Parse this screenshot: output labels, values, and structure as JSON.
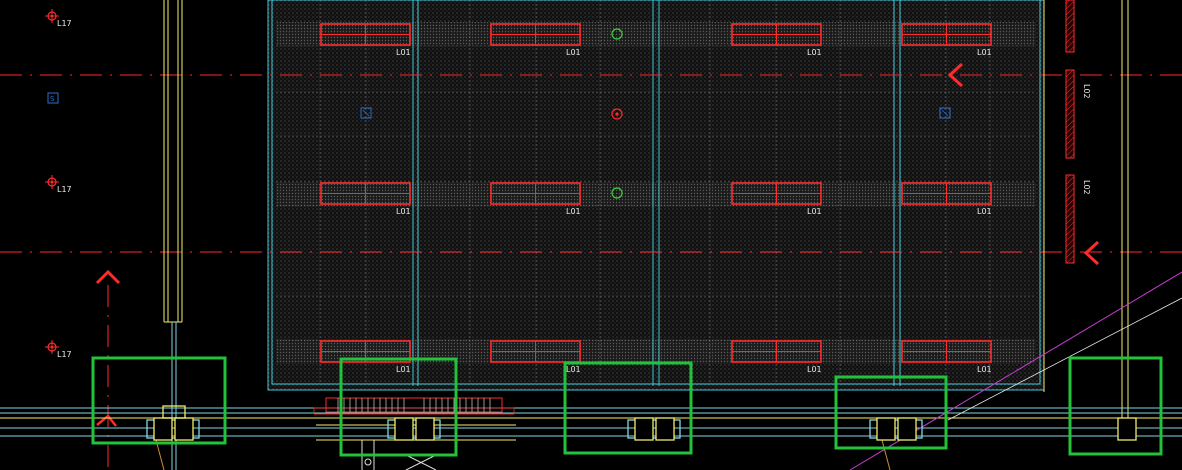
{
  "drawing": {
    "colors": {
      "background": "#000000",
      "slab_outline": "#3fc6d8",
      "grid_line": "#ff2a2a",
      "section_marker": "#ff2a2a",
      "opening": "#ff2a2a",
      "wall": "#f4ee6a",
      "highlight_box": "#22c23a",
      "pipe": "#7fd6e6",
      "diagonal": "#c43cd0",
      "circle_green": "#3ad03a",
      "blue_marker": "#2a6fd0"
    },
    "left_markers": [
      {
        "label": "L17"
      },
      {
        "label": "L17"
      },
      {
        "label": "L17"
      }
    ],
    "left_box_label": "S",
    "opening_tag": "L01",
    "openings": [
      {
        "tag": "L01"
      },
      {
        "tag": "L01"
      },
      {
        "tag": "L01"
      },
      {
        "tag": "L01"
      },
      {
        "tag": "L01"
      },
      {
        "tag": "L01"
      },
      {
        "tag": "L01"
      },
      {
        "tag": "L01"
      },
      {
        "tag": "L01"
      },
      {
        "tag": "L01"
      },
      {
        "tag": "L01"
      },
      {
        "tag": "L01"
      }
    ],
    "right_wall_tags": [
      "L02",
      "L02"
    ],
    "highlight_boxes_count": 5
  }
}
